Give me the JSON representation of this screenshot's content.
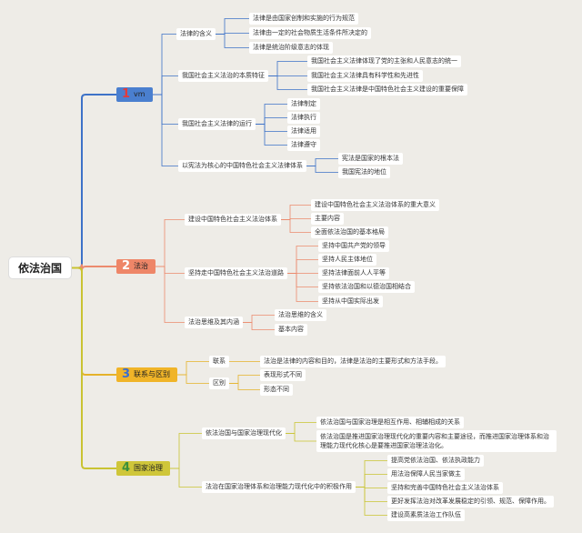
{
  "root": "依法治国",
  "branches": [
    {
      "num": "1",
      "label": "vm",
      "color": "#4a7fcf",
      "line": "#3d72c8",
      "numcolor": "#e23b3b",
      "children": [
        {
          "label": "法律的含义",
          "children": [
            "法律是由国家创制和实施的行为规范",
            "法律由一定的社会物质生活条件所决定的",
            "法律是统治阶级意志的体现"
          ]
        },
        {
          "label": "我国社会主义法治的本质特征",
          "children": [
            "我国社会主义法律体现了党的主张和人民意志的统一",
            "我国社会主义法律具有科学性和先进性",
            "我国社会主义法律是中国特色社会主义建设的重要保障"
          ]
        },
        {
          "label": "我国社会主义法律的运行",
          "children": [
            "法律制定",
            "法律执行",
            "法律适用",
            "法律遵守"
          ]
        },
        {
          "label": "以宪法为核心的中国特色社会主义法律体系",
          "children": [
            "宪法是国家的根本法",
            "我国宪法的地位"
          ]
        }
      ]
    },
    {
      "num": "2",
      "label": "法治",
      "color": "#ee8668",
      "line": "#ec8a6e",
      "numcolor": "#ffffff",
      "children": [
        {
          "label": "建设中国特色社会主义法治体系",
          "children": [
            "建设中国特色社会主义法治体系的重大意义",
            "主要内容",
            "全面依法治国的基本格局"
          ]
        },
        {
          "label": "坚持走中国特色社会主义法治道路",
          "children": [
            "坚持中国共产党的领导",
            "坚持人民主体地位",
            "坚持法律面前人人平等",
            "坚持依法治国和以德治国相结合",
            "坚持从中国实际出发"
          ]
        },
        {
          "label": "法治思维及其内涵",
          "children": [
            "法治思维的含义",
            "基本内容"
          ]
        }
      ]
    },
    {
      "num": "3",
      "label": "联系与区别",
      "color": "#f0b428",
      "line": "#e5b22a",
      "numcolor": "#3a6fd0",
      "children": [
        {
          "label": "联系",
          "children": [
            "法治是法律的内容和目的，法律是法治的主要形式和方法手段。"
          ]
        },
        {
          "label": "区别",
          "children": [
            "表现形式不同",
            "形态不同"
          ]
        }
      ]
    },
    {
      "num": "4",
      "label": "国家治理",
      "color": "#cfc63a",
      "line": "#c9c332",
      "numcolor": "#3b8f3b",
      "children": [
        {
          "label": "依法治国与国家治理现代化",
          "children": [
            "依法治国与国家治理是相互作用、相辅相成的关系",
            "依法治国是推进国家治理现代化的重要内容和主要途径，而推进国家治理体系和治理能力现代化核心是要推进国家治理法治化。"
          ]
        },
        {
          "label": "法治在国家治理体系和治理能力现代化中的积极作用",
          "children": [
            "提高党依法治国、依法执政能力",
            "用法治保障人民当家做主",
            "坚持和完善中国特色社会主义法治体系",
            "更好发挥法治对改革发展稳定的引领、规范、保障作用。",
            "建设高素质法治工作队伍"
          ]
        }
      ]
    }
  ]
}
